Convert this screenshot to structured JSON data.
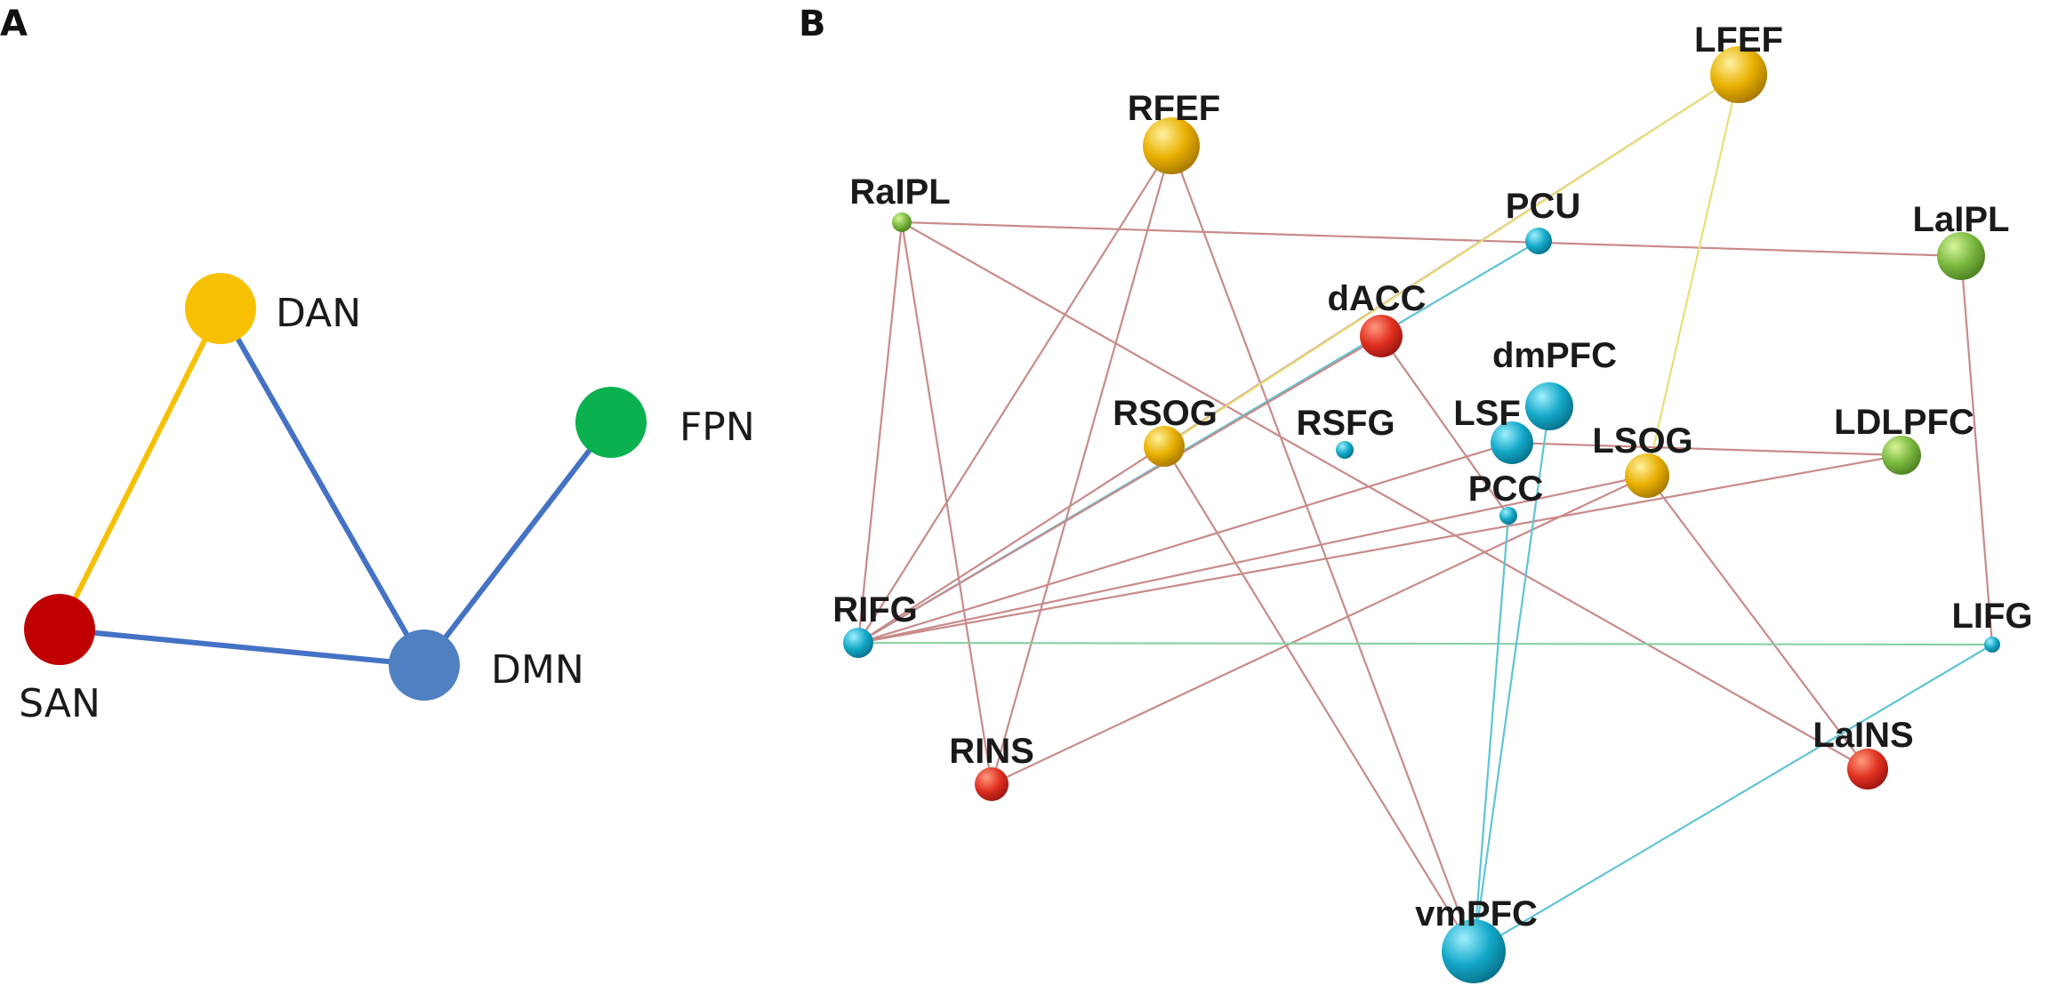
{
  "panel_a": {
    "label": "A",
    "networks": [
      {
        "id": "DAN",
        "label": "DAN",
        "color": "#f7c000"
      },
      {
        "id": "FPN",
        "label": "FPN",
        "color": "#0bb04f"
      },
      {
        "id": "SAN",
        "label": "SAN",
        "color": "#c00000"
      },
      {
        "id": "DMN",
        "label": "DMN",
        "color": "#4f80c2"
      }
    ],
    "edges": [
      {
        "from": "SAN",
        "to": "DAN",
        "color": "#f7c000"
      },
      {
        "from": "DAN",
        "to": "DMN",
        "color": "#4472c4"
      },
      {
        "from": "SAN",
        "to": "DMN",
        "color": "#4472c4"
      },
      {
        "from": "FPN",
        "to": "DMN",
        "color": "#4472c4"
      }
    ]
  },
  "panel_b": {
    "label": "B",
    "colors": {
      "DAN": "#e8b000",
      "SAN": "#e03020",
      "DMN": "#14a8c8",
      "FPN": "#7ab840",
      "edge_red": "#c98a8a",
      "edge_yellow": "#e6e07a",
      "edge_cyan": "#5fc4d4",
      "edge_green": "#8cd0a8"
    },
    "nodes": [
      {
        "id": "LFEF",
        "label": "LFEF",
        "network": "DAN"
      },
      {
        "id": "RFEF",
        "label": "RFEF",
        "network": "DAN"
      },
      {
        "id": "RaIPL",
        "label": "RaIPL",
        "network": "FPN"
      },
      {
        "id": "PCU",
        "label": "PCU",
        "network": "DMN"
      },
      {
        "id": "LaIPL",
        "label": "LaIPL",
        "network": "FPN"
      },
      {
        "id": "dACC",
        "label": "dACC",
        "network": "SAN"
      },
      {
        "id": "dmPFC",
        "label": "dmPFC",
        "network": "DMN"
      },
      {
        "id": "RSOG",
        "label": "RSOG",
        "network": "DAN"
      },
      {
        "id": "RSFG",
        "label": "RSFG",
        "network": "DMN"
      },
      {
        "id": "LSF",
        "label": "LSF",
        "network": "DMN"
      },
      {
        "id": "LSOG",
        "label": "LSOG",
        "network": "DAN"
      },
      {
        "id": "LDLPFC",
        "label": "LDLPFC",
        "network": "FPN"
      },
      {
        "id": "PCC",
        "label": "PCC",
        "network": "DMN"
      },
      {
        "id": "RIFG",
        "label": "RIFG",
        "network": "DMN"
      },
      {
        "id": "LIFG",
        "label": "LIFG",
        "network": "DMN"
      },
      {
        "id": "RINS",
        "label": "RINS",
        "network": "SAN"
      },
      {
        "id": "LaINS",
        "label": "LaINS",
        "network": "SAN"
      },
      {
        "id": "vmPFC",
        "label": "vmPFC",
        "network": "DMN"
      }
    ],
    "edges": [
      {
        "from": "RaIPL",
        "to": "LaIPL",
        "type": "red"
      },
      {
        "from": "RaIPL",
        "to": "RIFG",
        "type": "red"
      },
      {
        "from": "RaIPL",
        "to": "RINS",
        "type": "red"
      },
      {
        "from": "RaIPL",
        "to": "LaINS",
        "type": "red"
      },
      {
        "from": "RFEF",
        "to": "RIFG",
        "type": "red"
      },
      {
        "from": "RFEF",
        "to": "RINS",
        "type": "red"
      },
      {
        "from": "RFEF",
        "to": "vmPFC",
        "type": "red"
      },
      {
        "from": "LFEF",
        "to": "RIFG",
        "type": "red"
      },
      {
        "from": "LFEF",
        "to": "RSOG",
        "type": "yellow"
      },
      {
        "from": "LFEF",
        "to": "LSOG",
        "type": "yellow"
      },
      {
        "from": "PCU",
        "to": "RIFG",
        "type": "cyan"
      },
      {
        "from": "dACC",
        "to": "RIFG",
        "type": "red"
      },
      {
        "from": "dACC",
        "to": "PCC",
        "type": "red"
      },
      {
        "from": "LSF",
        "to": "RIFG",
        "type": "red"
      },
      {
        "from": "LSOG",
        "to": "RIFG",
        "type": "red"
      },
      {
        "from": "LSOG",
        "to": "RINS",
        "type": "red"
      },
      {
        "from": "LSOG",
        "to": "LaINS",
        "type": "red"
      },
      {
        "from": "LDLPFC",
        "to": "RIFG",
        "type": "red"
      },
      {
        "from": "LDLPFC",
        "to": "LSF",
        "type": "red"
      },
      {
        "from": "RSOG",
        "to": "vmPFC",
        "type": "red"
      },
      {
        "from": "LaIPL",
        "to": "LIFG",
        "type": "red"
      },
      {
        "from": "RIFG",
        "to": "LIFG",
        "type": "green"
      },
      {
        "from": "LIFG",
        "to": "vmPFC",
        "type": "cyan"
      },
      {
        "from": "PCC",
        "to": "vmPFC",
        "type": "cyan"
      },
      {
        "from": "dmPFC",
        "to": "vmPFC",
        "type": "cyan"
      }
    ]
  }
}
